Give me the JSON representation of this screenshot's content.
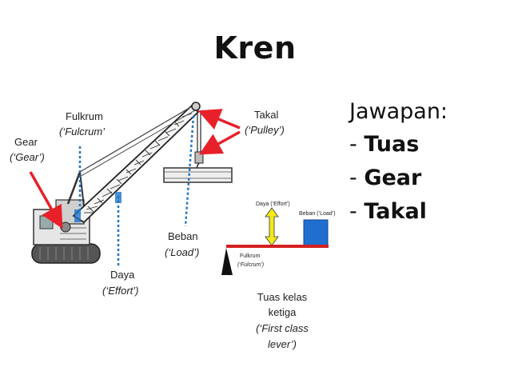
{
  "title": "Kren",
  "answer": {
    "heading": "Jawapan:",
    "items": [
      {
        "prefix": "- ",
        "text": "Tuas"
      },
      {
        "prefix": "- ",
        "text": "Gear"
      },
      {
        "prefix": "- ",
        "text": "Takal"
      }
    ]
  },
  "labels": {
    "fulkrum_1": "Fulkrum",
    "fulkrum_2": "(‘Fulcrum’",
    "gear_1": "Gear",
    "gear_2": "(‘Gear’)",
    "takal_1": "Takal",
    "takal_2": "(‘Pulley’)",
    "beban_1": "Beban",
    "beban_2": "(‘Load’)",
    "daya_1": "Daya",
    "daya_2": "(‘Effort’)",
    "lever_effort": "Daya (‘Effort’)",
    "lever_load": "Beban (‘Load’)",
    "lever_fulcrum_1": "Fulkrum",
    "lever_fulcrum_2": "(‘Fulcrum’)",
    "tuas_1": "Tuas kelas",
    "tuas_2": "ketiga",
    "tuas_3": "(‘First class",
    "tuas_4": "lever’)"
  },
  "colors": {
    "arrow": "#e8202a",
    "dotted": "#1e73c8",
    "effort": "#f2ea1a",
    "load": "#1f6fd0",
    "lever": "#d42020"
  }
}
